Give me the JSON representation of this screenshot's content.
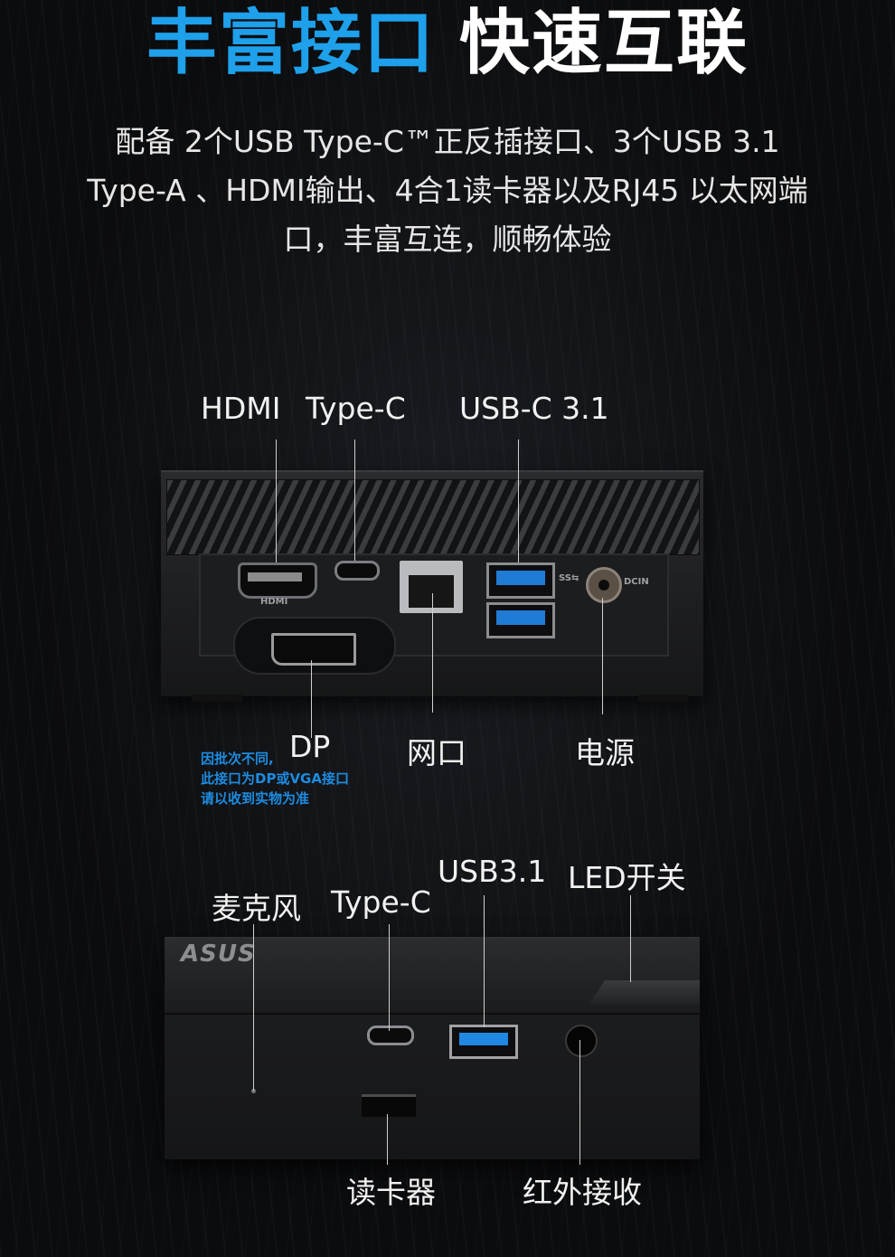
{
  "headline": {
    "blue": "丰富接口",
    "white": "快速互联"
  },
  "intro": {
    "line1": "配备 2个USB Type-C™正反插接口、3个USB 3.1",
    "line2": "Type-A 、HDMI输出、4合1读卡器以及RJ45 以太网端",
    "line3": "口，丰富互连，顺畅体验"
  },
  "back_panel": {
    "labels": {
      "hdmi": "HDMI",
      "typec": "Type-C",
      "usbc31": "USB-C 3.1",
      "dp": "DP",
      "lan": "网口",
      "power": "电源"
    },
    "port_marks": {
      "hdmi": "HDMI",
      "dcin": "DCIN",
      "ss": "SS⇆"
    },
    "note": [
      "因批次不同,",
      "此接口为DP或VGA接口",
      "请以收到实物为准"
    ]
  },
  "front_panel": {
    "brand": "ASUS",
    "labels": {
      "mic": "麦克风",
      "typec": "Type-C",
      "usb31": "USB3.1",
      "led_switch": "LED开关",
      "card_reader": "读卡器",
      "ir": "红外接收"
    }
  },
  "colors": {
    "accent_blue": "#1ea0ea",
    "note_blue": "#1d8ce0",
    "background": "#0b0c0e"
  }
}
